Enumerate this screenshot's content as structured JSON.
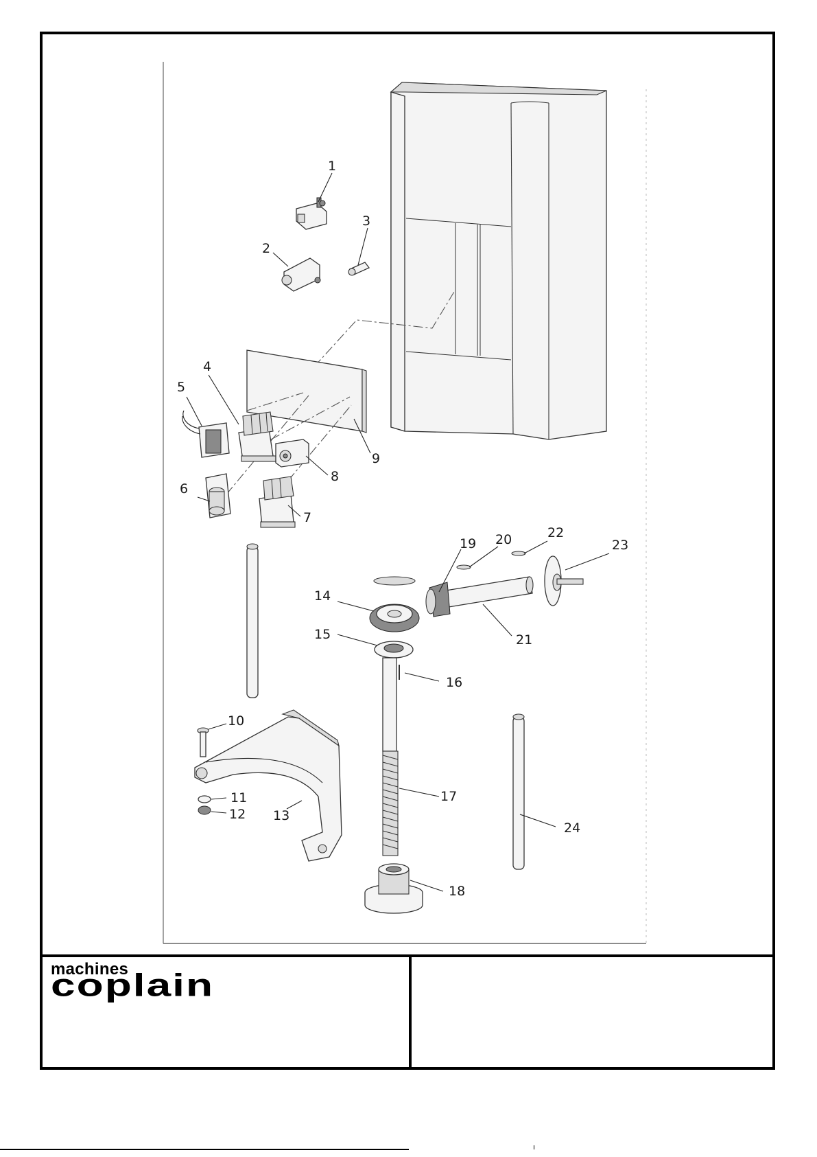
{
  "brand": {
    "small": "machines",
    "big": "coplain"
  },
  "callouts": [
    "1",
    "2",
    "3",
    "4",
    "5",
    "6",
    "7",
    "8",
    "9",
    "10",
    "11",
    "12",
    "13",
    "14",
    "15",
    "16",
    "17",
    "18",
    "19",
    "20",
    "21",
    "22",
    "23",
    "24"
  ],
  "colors": {
    "line": "#222222",
    "frame": "#000000",
    "paper": "#ffffff"
  }
}
